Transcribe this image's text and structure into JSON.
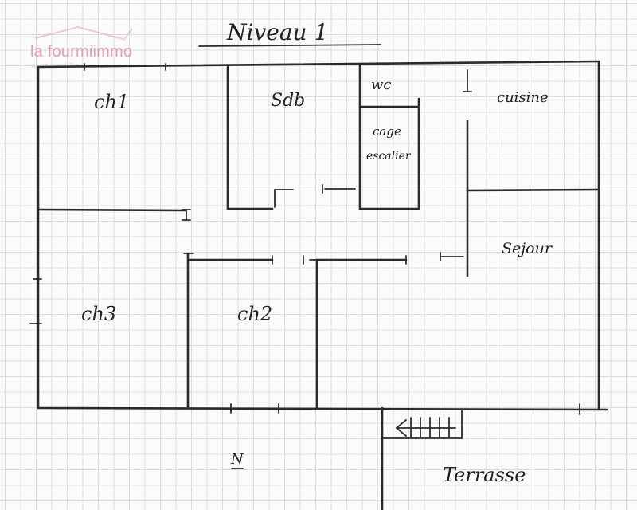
{
  "watermark": {
    "brand_name": "la fourmiimmo",
    "tagline": "agent immobilier"
  },
  "plan": {
    "title": "Niveau 1",
    "rooms": {
      "ch1": "ch1",
      "sdb": "Sdb",
      "wc": "wc",
      "stair": "cage escalier",
      "stair_line1": "cage",
      "stair_line2": "escalier",
      "cuisine": "cuisine",
      "sejour": "Sejour",
      "ch3": "ch3",
      "ch2": "ch2",
      "terrasse": "Terrasse"
    },
    "mark": "N"
  }
}
